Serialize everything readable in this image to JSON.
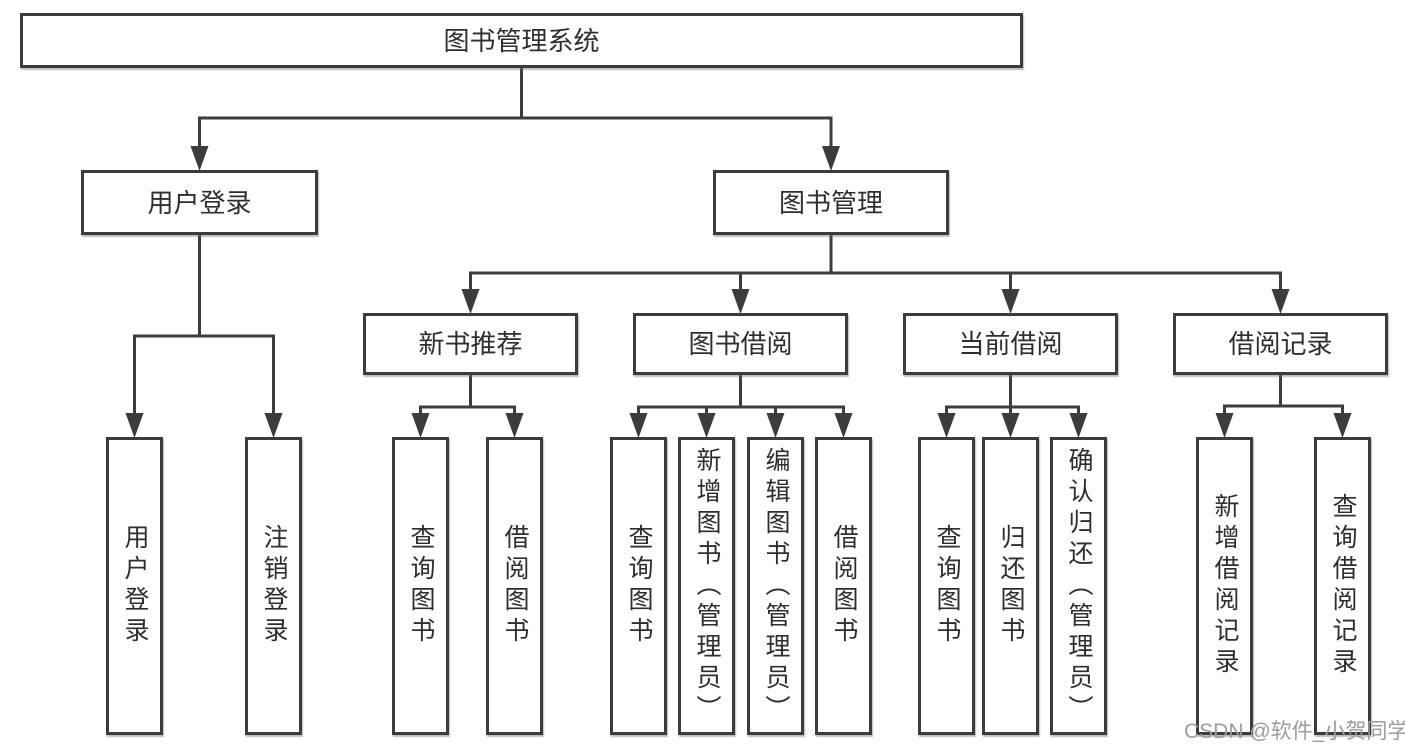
{
  "tree": {
    "label": "图书管理系统",
    "children": [
      {
        "label": "用户登录",
        "children": [
          {
            "label": "用户登录"
          },
          {
            "label": "注销登录"
          }
        ]
      },
      {
        "label": "图书管理",
        "children": [
          {
            "label": "新书推荐",
            "children": [
              {
                "label": "查询图书"
              },
              {
                "label": "借阅图书"
              }
            ]
          },
          {
            "label": "图书借阅",
            "children": [
              {
                "label": "查询图书"
              },
              {
                "label": "新增图书（管理员）"
              },
              {
                "label": "编辑图书（管理员）"
              },
              {
                "label": "借阅图书"
              }
            ]
          },
          {
            "label": "当前借阅",
            "children": [
              {
                "label": "查询图书"
              },
              {
                "label": "归还图书"
              },
              {
                "label": "确认归还（管理员）"
              }
            ]
          },
          {
            "label": "借阅记录",
            "children": [
              {
                "label": "新增借阅记录"
              },
              {
                "label": "查询借阅记录"
              }
            ]
          }
        ]
      }
    ]
  },
  "watermark": "CSDN @软件_小贺同学",
  "colors": {
    "line": "#3c3c3c",
    "box_border": "#3c3c3c",
    "text": "#2e2e2e",
    "watermark": "#9c9c9e",
    "background": "#ffffff"
  }
}
